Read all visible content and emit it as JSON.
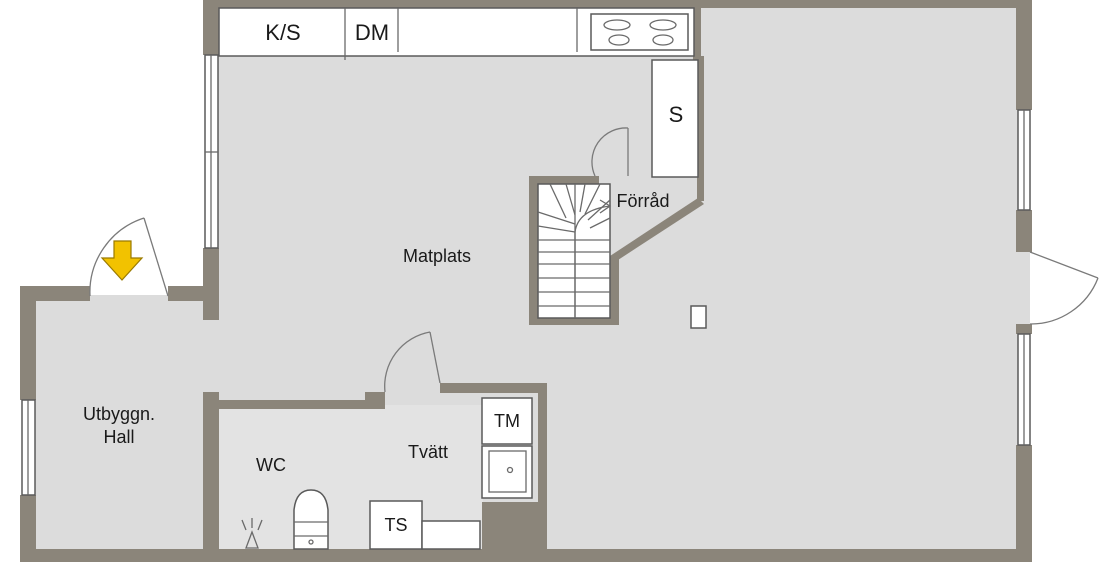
{
  "rooms": {
    "matplats": "Matplats",
    "forrad": "Förråd",
    "hall_line1": "Utbyggn.",
    "hall_line2": "Hall",
    "wc": "WC",
    "tvatt": "Tvätt"
  },
  "fixtures": {
    "ks": "K/S",
    "dm": "DM",
    "s": "S",
    "tm": "TM",
    "ts": "TS"
  },
  "colors": {
    "wall": "#8b857a",
    "floor": "#dcdcdc",
    "entrance_arrow": "#f2c200"
  }
}
